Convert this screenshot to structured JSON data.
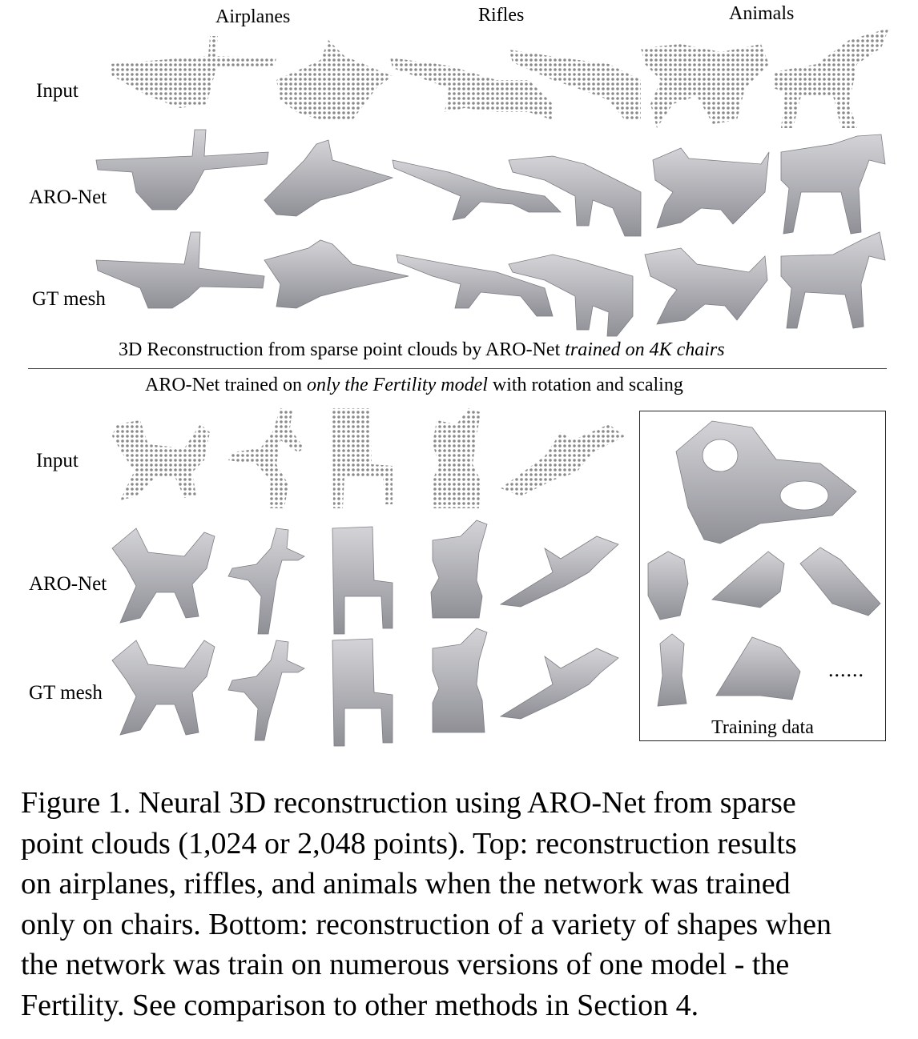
{
  "top": {
    "column_headers": [
      "Airplanes",
      "Rifles",
      "Animals"
    ],
    "row_labels": [
      "Input",
      "ARO-Net",
      "GT mesh"
    ],
    "caption_prefix": "3D Reconstruction from sparse point clouds by ARO-Net ",
    "caption_italic": "trained on 4K chairs"
  },
  "bottom": {
    "header_prefix": "ARO-Net trained on ",
    "header_italic": "only the Fertility model",
    "header_suffix": " with rotation and scaling",
    "row_labels": [
      "Input",
      "ARO-Net",
      "GT mesh"
    ],
    "training_label": "Training data",
    "ellipsis": "......"
  },
  "figure_caption": [
    "Figure 1. Neural 3D reconstruction using ARO-Net from sparse",
    "point clouds (1,024 or 2,048 points). Top: reconstruction results",
    "on airplanes, riffles, and animals when the network was trained",
    "only on chairs. Bottom: reconstruction of a variety of shapes when",
    "the network was train on numerous versions of one model - the",
    "Fertility. See comparison to other methods in Section 4."
  ]
}
